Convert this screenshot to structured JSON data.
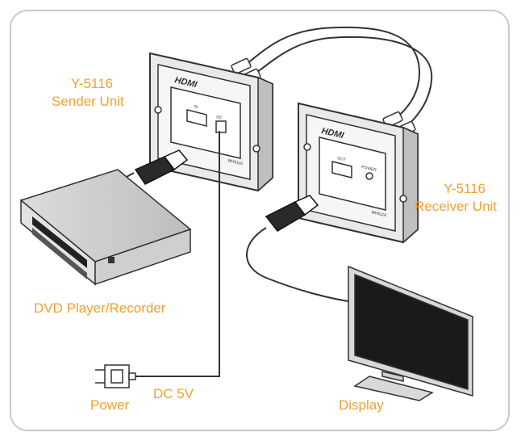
{
  "labels": {
    "sender_model": "Y-5116",
    "sender_name": "Sender Unit",
    "receiver_model": "Y-5116",
    "receiver_name": "Receiver Unit",
    "dvd": "DVD Player/Recorder",
    "power": "Power",
    "dc": "DC  5V",
    "display": "Display"
  },
  "plate_text": {
    "sender_logo": "HDMI",
    "receiver_logo": "HDMI",
    "sender_port": "IN",
    "sender_dc": "DC",
    "receiver_port": "OUT",
    "receiver_power": "POWER",
    "sender_serial": "WH5116",
    "receiver_serial": "WH5116"
  },
  "colors": {
    "label": "#f0a030",
    "line": "#333333",
    "screen": "#1a1a1a",
    "frame": "#c9c9c9"
  }
}
